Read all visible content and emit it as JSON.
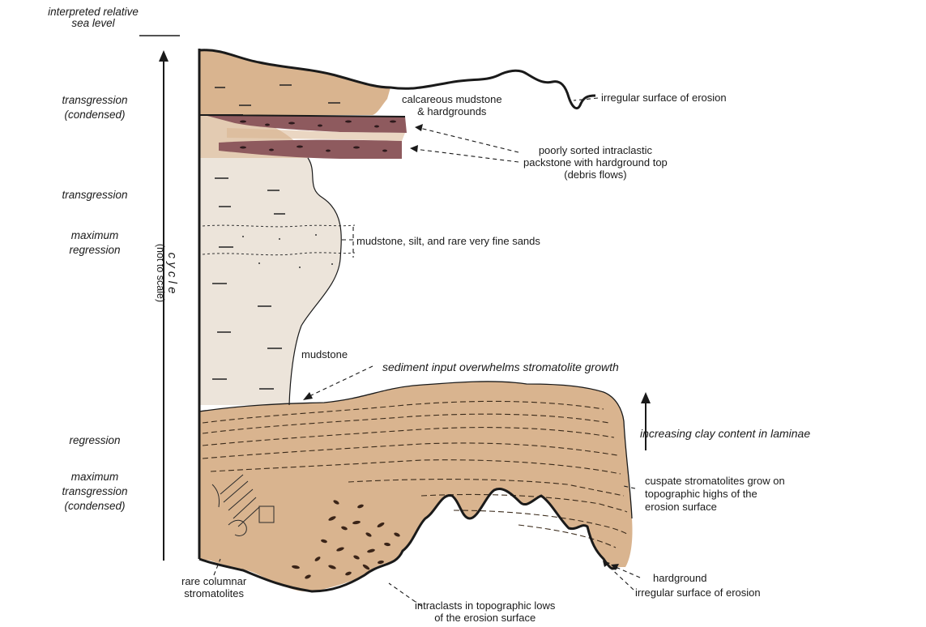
{
  "axis": {
    "title_line1": "interpreted relative",
    "title_line2": "sea level",
    "cycle_label": "c y c l e",
    "cycle_sublabel": "(not to scale)"
  },
  "stages": [
    {
      "line1": "transgression",
      "line2": "(condensed)"
    },
    {
      "line1": "transgression",
      "line2": ""
    },
    {
      "line1": "maximum",
      "line2": "regression"
    },
    {
      "line1": "regression",
      "line2": ""
    },
    {
      "line1": "maximum",
      "line2": "transgression",
      "line3": "(condensed)"
    }
  ],
  "annotations": {
    "calcareous_mudstone": {
      "line1": "calcareous mudstone",
      "line2": "& hardgrounds"
    },
    "irregular_erosion_top": "irregular surface of erosion",
    "packstone": {
      "line1": "poorly sorted intraclastic",
      "line2": "packstone with hardground top",
      "line3": "(debris flows)"
    },
    "mudstone_silt": "mudstone, silt, and rare very fine sands",
    "mudstone": "mudstone",
    "sediment_input": "sediment input overwhelms stromatolite growth",
    "clay_content": "increasing clay content in laminae",
    "cuspate": {
      "line1": "cuspate stromatolites grow on",
      "line2": "topographic highs of the",
      "line3": "erosion surface"
    },
    "columnar": {
      "line1": "rare columnar",
      "line2": "stromatolites"
    },
    "hardground": "hardground",
    "irregular_erosion_bottom": "irregular surface of erosion",
    "intraclasts": {
      "line1": "intraclasts in topographic lows",
      "line2": "of the erosion surface"
    }
  },
  "colors": {
    "tan": "#d9b48f",
    "light_tan": "#e3cbb2",
    "pale": "#ece4da",
    "packstone": "#8e5a5e",
    "line": "#1a1a1a"
  }
}
